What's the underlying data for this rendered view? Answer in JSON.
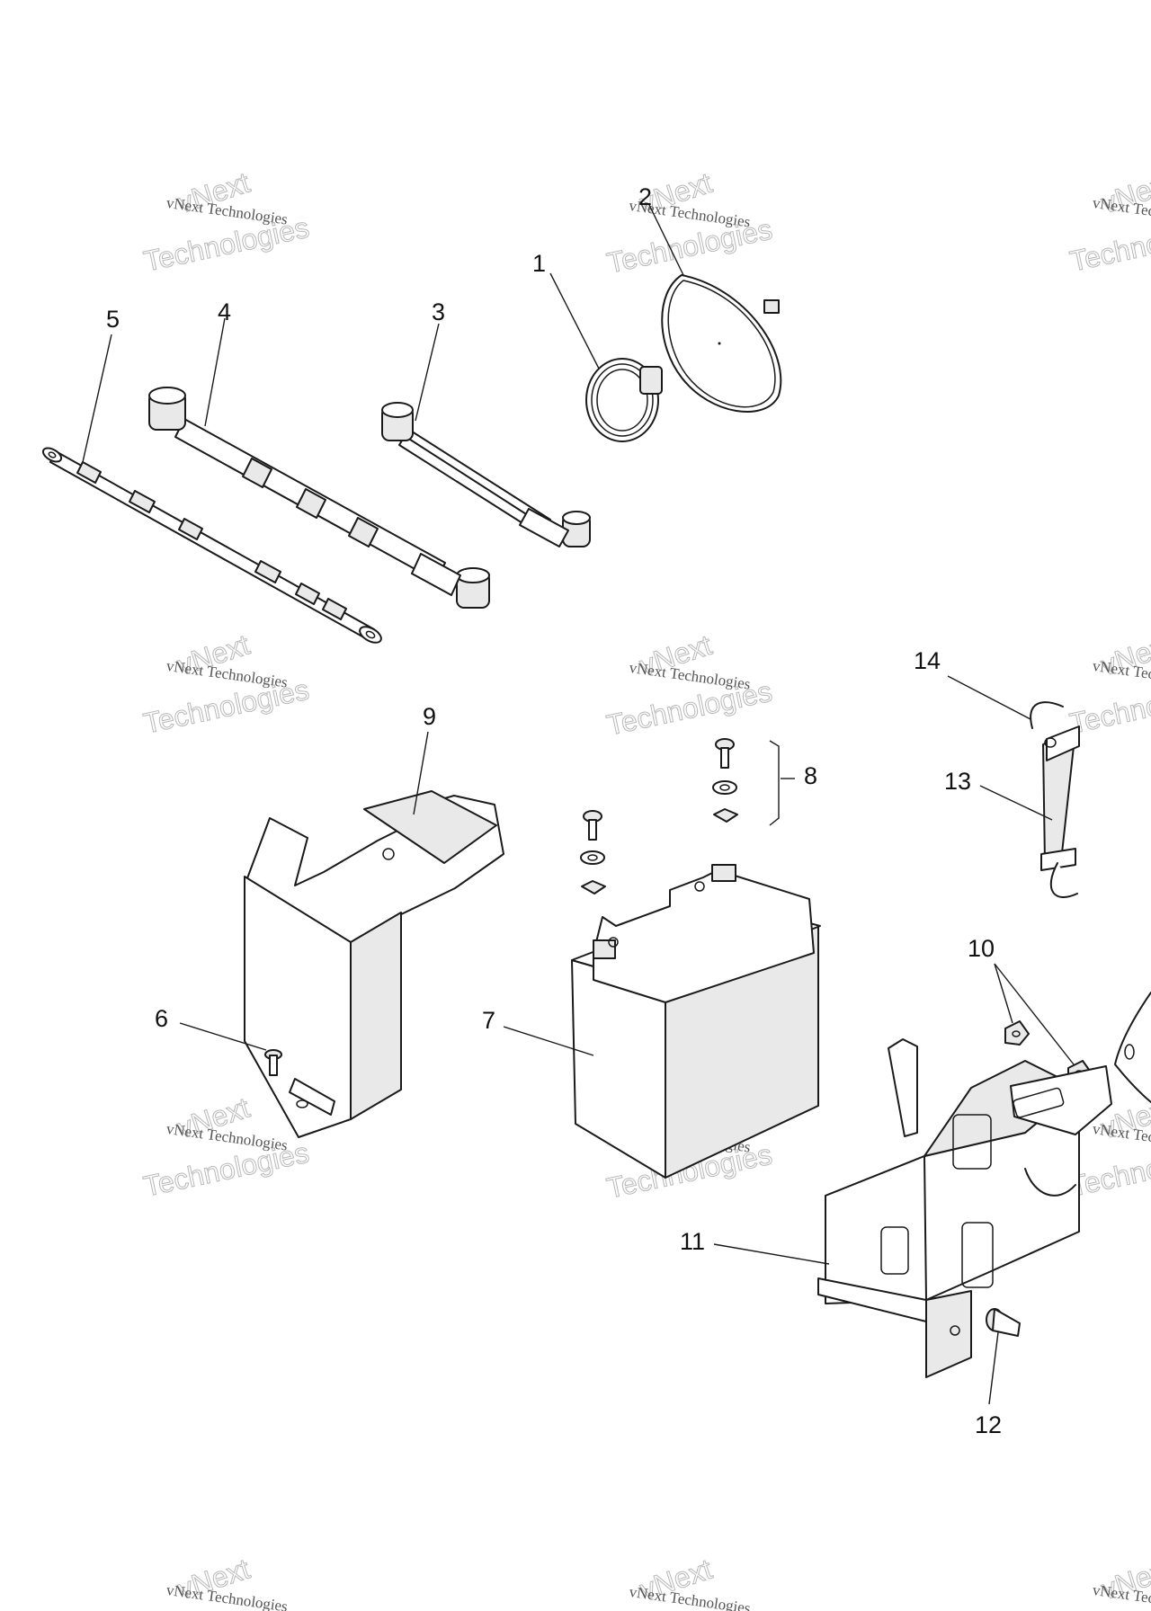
{
  "watermark": {
    "brand": "vNext",
    "line": "vNext Technologies",
    "word": "Technologies"
  },
  "callouts": {
    "c1": "1",
    "c2": "2",
    "c3": "3",
    "c4": "4",
    "c5": "5",
    "c6": "6",
    "c7": "7",
    "c8": "8",
    "c9": "9",
    "c10": "10",
    "c11": "11",
    "c12": "12",
    "c13": "13",
    "c14": "14"
  }
}
